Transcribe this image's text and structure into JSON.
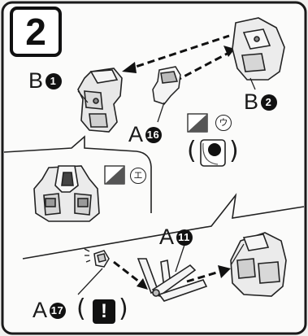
{
  "step_number": "2",
  "labels": {
    "b1": {
      "letter": "B",
      "num": "1"
    },
    "b2": {
      "letter": "B",
      "num": "2"
    },
    "a16": {
      "letter": "A",
      "num": "16"
    },
    "a11": {
      "letter": "A",
      "num": "11"
    },
    "a17": {
      "letter": "A",
      "num": "17"
    }
  },
  "markers": {
    "u": "ウ",
    "e": "エ",
    "warning": "!"
  },
  "parens": {
    "open": "(",
    "close": ")"
  }
}
